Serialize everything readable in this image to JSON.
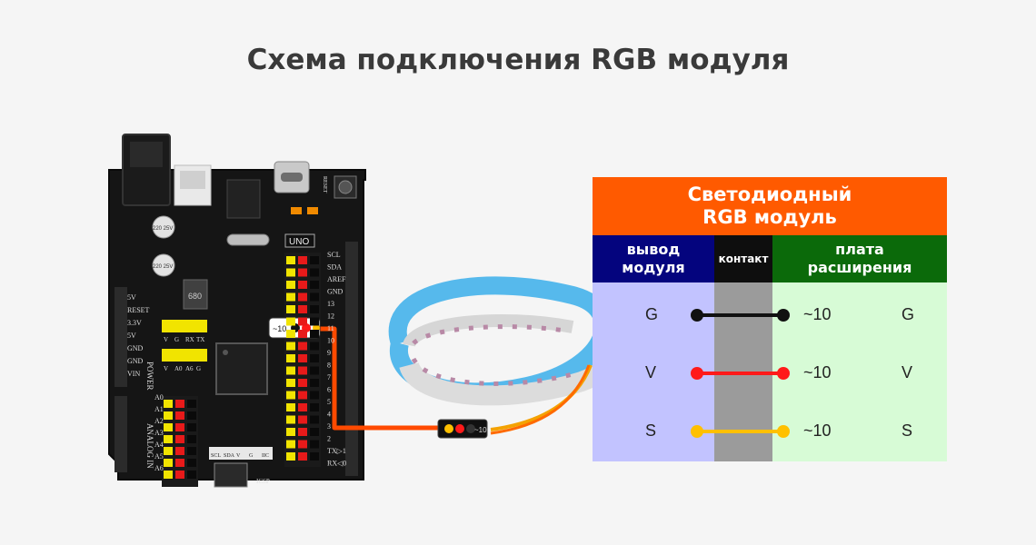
{
  "title": "Схема подключения RGB модуля",
  "board": {
    "model": "UNO",
    "power_labels": [
      "5V",
      "RESET",
      "3.3V",
      "5V",
      "GND",
      "GND",
      "VIN"
    ],
    "analog_labels": [
      "A0",
      "A1",
      "A2",
      "A3",
      "A4",
      "A5",
      "A6"
    ],
    "digital_labels": [
      "SCL",
      "SDA",
      "AREF",
      "GND",
      "13",
      "12",
      "11",
      "10",
      "9",
      "8",
      "7",
      "6",
      "5",
      "4",
      "3",
      "2",
      "TX▷1",
      "RX◁0"
    ],
    "section_power": "POWER",
    "section_analog": "ANALOG IN",
    "header_v_g_rx_tx": [
      "V",
      "G",
      "RX",
      "TX"
    ],
    "header_v_a0_a6": [
      "V",
      "A0",
      "A6",
      "G"
    ],
    "i2c_header": [
      "SCL",
      "SDA",
      "V",
      "G",
      "IIC"
    ],
    "icsp_label": "ICSP",
    "cap_labels": [
      "220 25V",
      "220 25V"
    ],
    "inductor_label": "680",
    "reset_label": "RESET",
    "pin_tag": "~10",
    "module_tag": "~10"
  },
  "table": {
    "header_line1": "Светодиодный",
    "header_line2": "RGB модуль",
    "col_module": [
      "вывод",
      "модуля"
    ],
    "col_contact": "контакт",
    "col_board": [
      "плата",
      "расширения"
    ],
    "rows": [
      {
        "module": "G",
        "pin": "~10",
        "board": "G",
        "color": "#111111"
      },
      {
        "module": "V",
        "pin": "~10",
        "board": "V",
        "color": "#ff1a1a"
      },
      {
        "module": "S",
        "pin": "~10",
        "board": "S",
        "color": "#ffc000"
      }
    ]
  },
  "colors": {
    "header_orange": "#ff5a00",
    "module_blue": "#04047e",
    "board_green": "#0b6a0a",
    "wire_orange": "#ff4a00",
    "strip_blue": "#56b9ec"
  }
}
